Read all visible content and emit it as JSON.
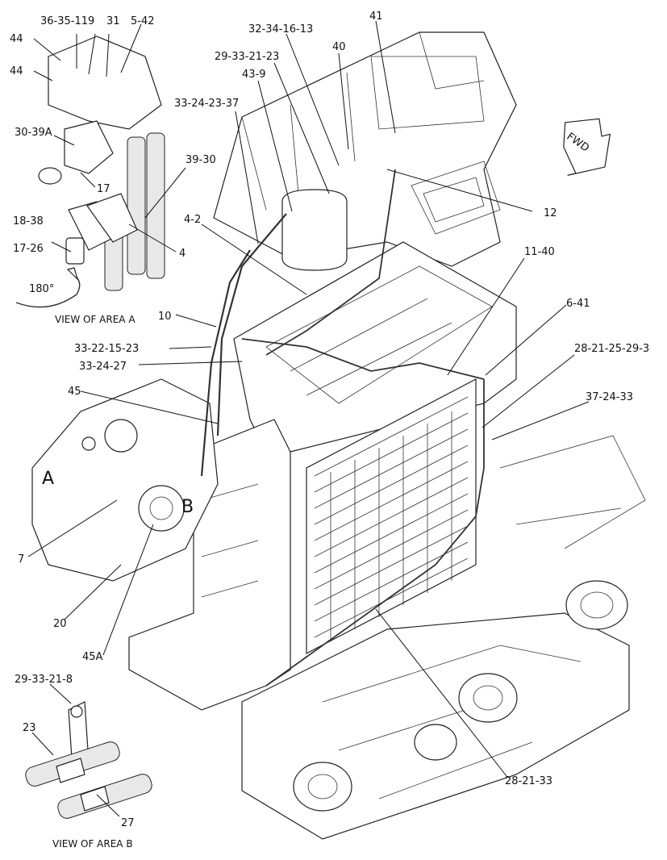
{
  "callouts": [
    {
      "id": "c-36-35-119",
      "text": "36-35-119"
    },
    {
      "id": "c-31",
      "text": "31"
    },
    {
      "id": "c-5-42",
      "text": "5-42"
    },
    {
      "id": "c-44a",
      "text": "44"
    },
    {
      "id": "c-44b",
      "text": "44"
    },
    {
      "id": "c-30-39A",
      "text": "30-39A"
    },
    {
      "id": "c-39-30",
      "text": "39-30"
    },
    {
      "id": "c-17",
      "text": "17"
    },
    {
      "id": "c-18-38",
      "text": "18-38"
    },
    {
      "id": "c-17-26",
      "text": "17-26"
    },
    {
      "id": "c-4",
      "text": "4"
    },
    {
      "id": "c-32-34-16-13",
      "text": "32-34-16-13"
    },
    {
      "id": "c-41",
      "text": "41"
    },
    {
      "id": "c-40",
      "text": "40"
    },
    {
      "id": "c-29-33-21-23",
      "text": "29-33-21-23"
    },
    {
      "id": "c-43-9",
      "text": "43-9"
    },
    {
      "id": "c-33-24-23-37",
      "text": "33-24-23-37"
    },
    {
      "id": "c-12",
      "text": "12"
    },
    {
      "id": "c-4-2",
      "text": "4-2"
    },
    {
      "id": "c-11-40",
      "text": "11-40"
    },
    {
      "id": "c-10",
      "text": "10"
    },
    {
      "id": "c-6-41",
      "text": "6-41"
    },
    {
      "id": "c-33-22-15-23",
      "text": "33-22-15-23"
    },
    {
      "id": "c-28-21-25-29-3",
      "text": "28-21-25-29-3"
    },
    {
      "id": "c-33-24-27",
      "text": "33-24-27"
    },
    {
      "id": "c-37-24-33",
      "text": "37-24-33"
    },
    {
      "id": "c-45",
      "text": "45"
    },
    {
      "id": "c-7",
      "text": "7"
    },
    {
      "id": "c-20",
      "text": "20"
    },
    {
      "id": "c-45A",
      "text": "45A"
    },
    {
      "id": "c-28-21-33",
      "text": "28-21-33"
    },
    {
      "id": "c-29-33-21-8",
      "text": "29-33-21-8"
    },
    {
      "id": "c-23",
      "text": "23"
    },
    {
      "id": "c-27",
      "text": "27"
    }
  ],
  "area_markers": {
    "a": "A",
    "b": "B"
  },
  "rotation_label": "180°",
  "fwd_label": "FWD",
  "captions": {
    "view_a": "VIEW OF AREA  A",
    "view_b": "VIEW OF AREA  B"
  }
}
